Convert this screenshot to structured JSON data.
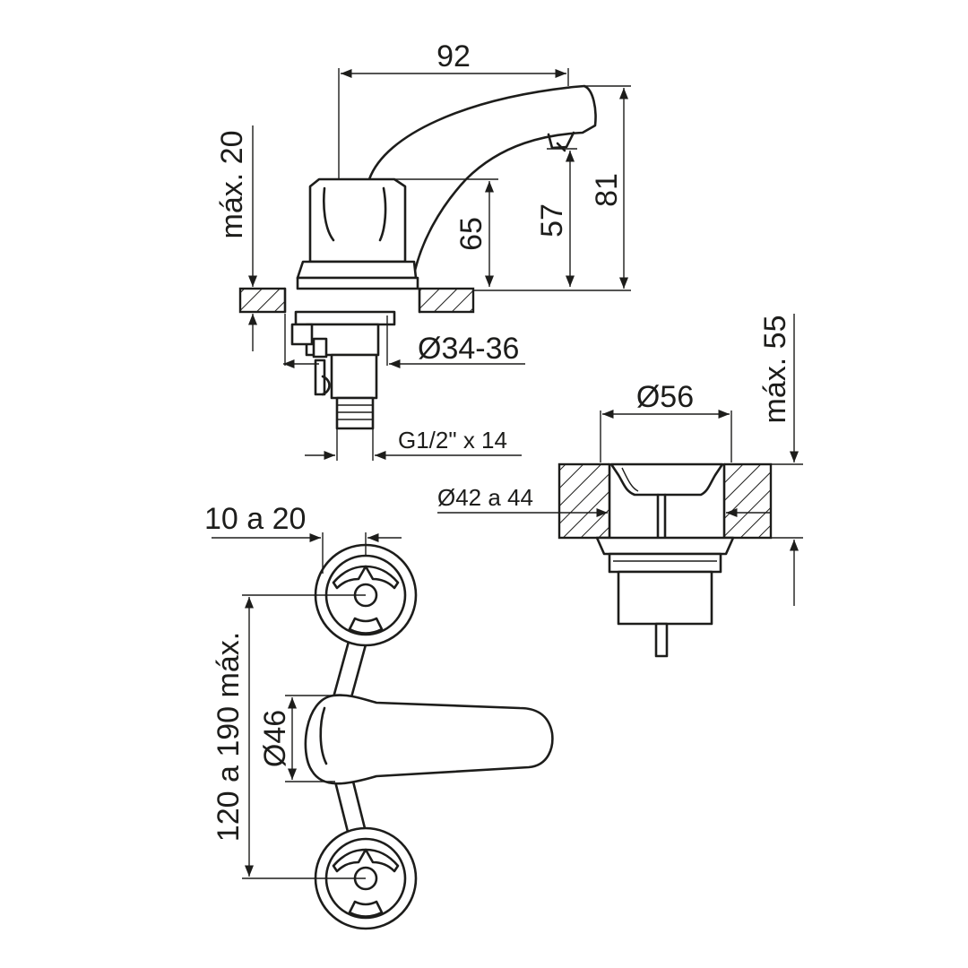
{
  "dimensions": {
    "width_spout": "92",
    "max_20": "máx. 20",
    "height_65": "65",
    "height_57": "57",
    "height_81": "81",
    "hole_34_36": "Ø34-36",
    "thread": "G1/2\" x 14",
    "diam_56": "Ø56",
    "max_55": "máx. 55",
    "hole_42_44": "Ø42 a 44",
    "offset_10_20": "10 a 20",
    "spacing": "120 a 190 máx.",
    "diam_46": "Ø46"
  },
  "colors": {
    "line": "#1d1d1b",
    "background": "#ffffff"
  }
}
